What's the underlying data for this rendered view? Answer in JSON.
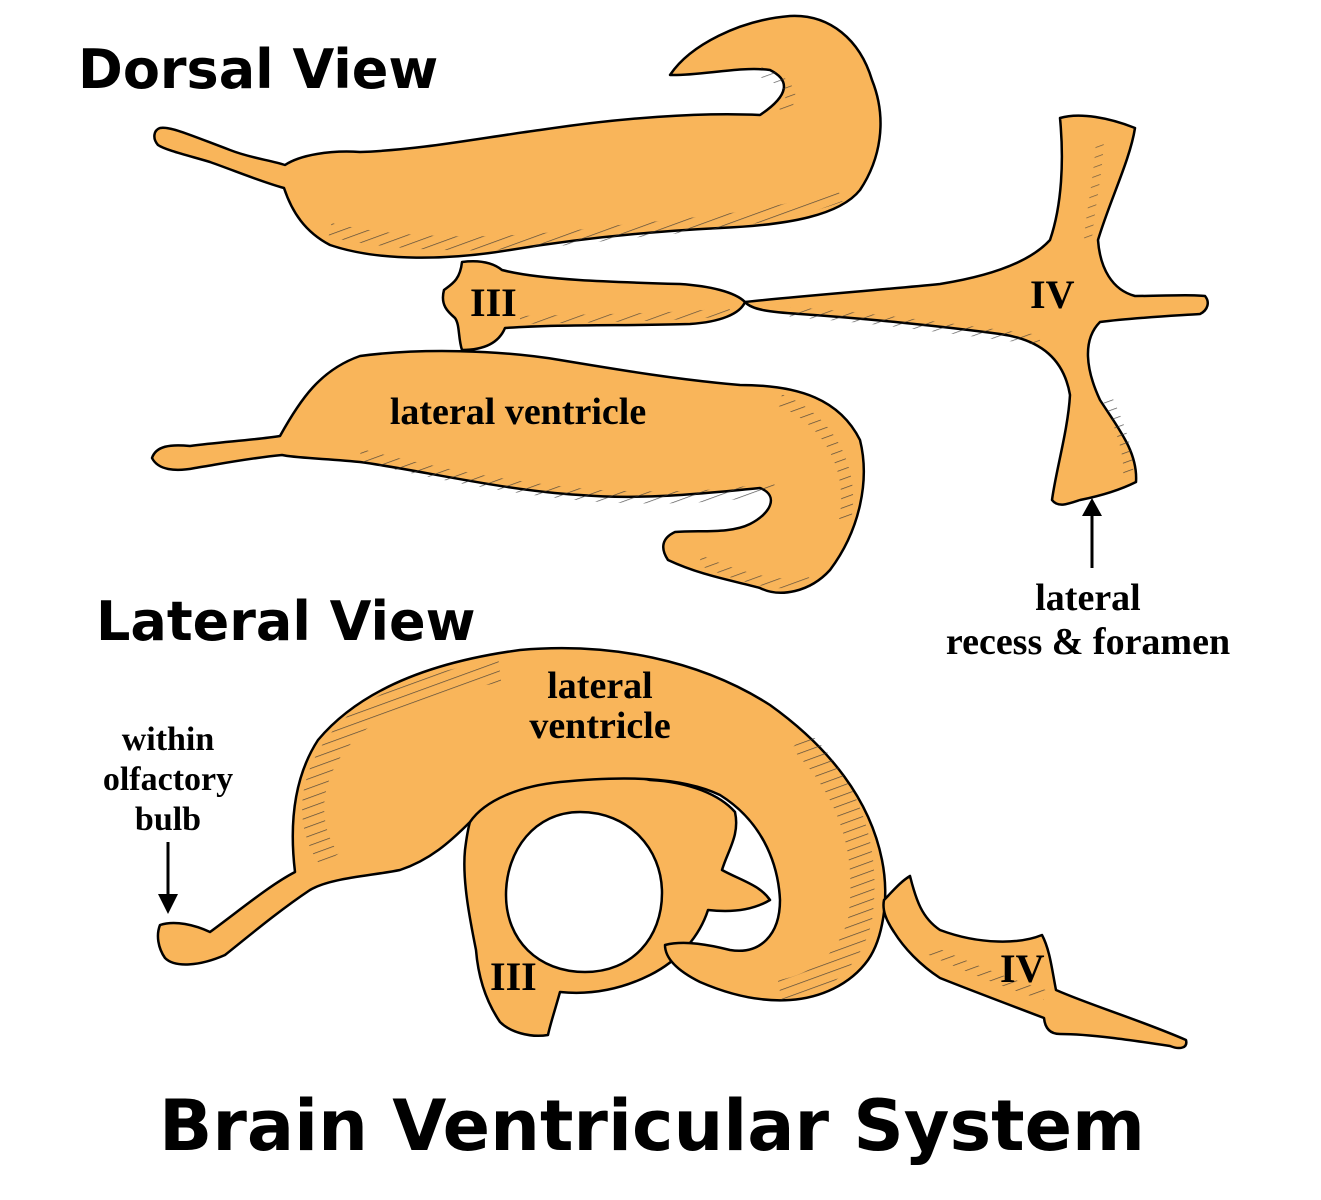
{
  "colors": {
    "ventricle_fill": "#F9B55A",
    "outline": "#000000",
    "background": "#FFFFFF"
  },
  "dorsal": {
    "heading": "Dorsal View",
    "third_ventricle": "III",
    "fourth_ventricle": "IV",
    "lateral_ventricle": "lateral ventricle",
    "recess_label_line1": "lateral",
    "recess_label_line2": "recess & foramen"
  },
  "lateral": {
    "heading": "Lateral View",
    "lateral_ventricle_line1": "lateral",
    "lateral_ventricle_line2": "ventricle",
    "olfactory_line1": "within",
    "olfactory_line2": "olfactory",
    "olfactory_line3": "bulb",
    "third_ventricle": "III",
    "fourth_ventricle": "IV"
  },
  "title": "Brain Ventricular System"
}
